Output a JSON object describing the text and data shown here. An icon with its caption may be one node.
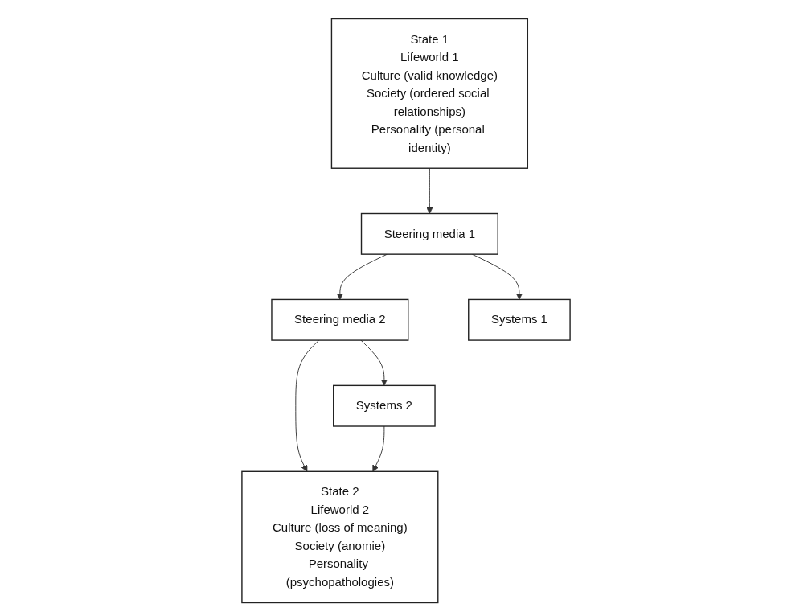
{
  "diagram": {
    "nodes": [
      {
        "text": [
          "State 1",
          "Lifeworld 1",
          "Culture (valid knowledge)",
          "Society (ordered social relationships)",
          "Personality (personal identity)"
        ]
      },
      {
        "text": [
          "State 2",
          "Lifeworld 2",
          "Culture (loss of meaning)",
          "Society (anomie)",
          "Personality (psychopathologies)"
        ]
      },
      {
        "text": [
          "Steering media 1"
        ]
      },
      {
        "text": [
          "Steering media 2"
        ]
      },
      {
        "text": [
          "Systems 1"
        ]
      },
      {
        "text": [
          "Systems 2"
        ]
      }
    ],
    "edges": [
      {
        "from": 0,
        "to": 2,
        "arrow": "to"
      },
      {
        "from": 2,
        "to": 4,
        "arrow": "to"
      },
      {
        "from": 2,
        "to": 3,
        "arrow": "to"
      },
      {
        "from": 3,
        "to": 1,
        "arrow": "to"
      },
      {
        "from": 3,
        "to": 5,
        "arrow": "to"
      },
      {
        "from": 5,
        "to": 1,
        "arrow": "to"
      }
    ]
  }
}
